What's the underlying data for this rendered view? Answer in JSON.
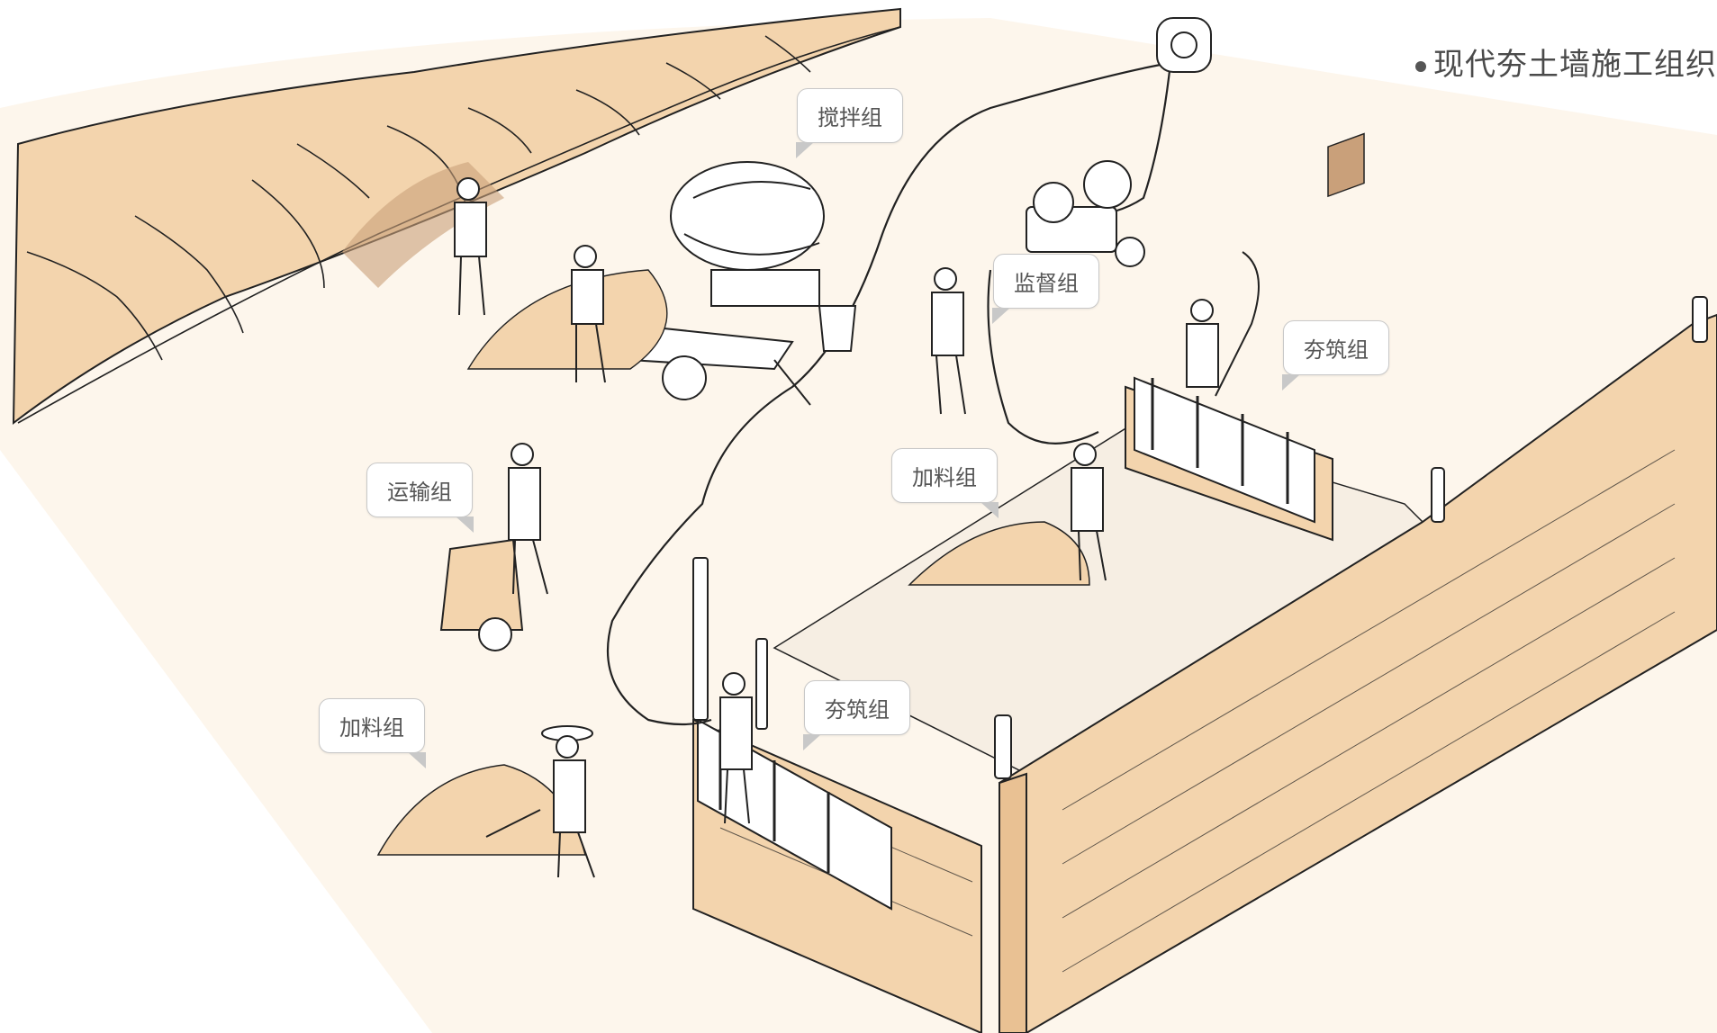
{
  "title": "现代夯土墙施工组织",
  "labels": {
    "mixing": "搅拌组",
    "supervision": "监督组",
    "ramming_right": "夯筑组",
    "feeding_right": "加料组",
    "transport": "运输组",
    "ramming_center": "夯筑组",
    "feeding_left": "加料组"
  },
  "colors": {
    "background": "#fdf6ec",
    "earth": "#f3d4ad",
    "earth_dark": "#c9a07a",
    "ink": "#222222",
    "callout_border": "#c8c8c8"
  }
}
